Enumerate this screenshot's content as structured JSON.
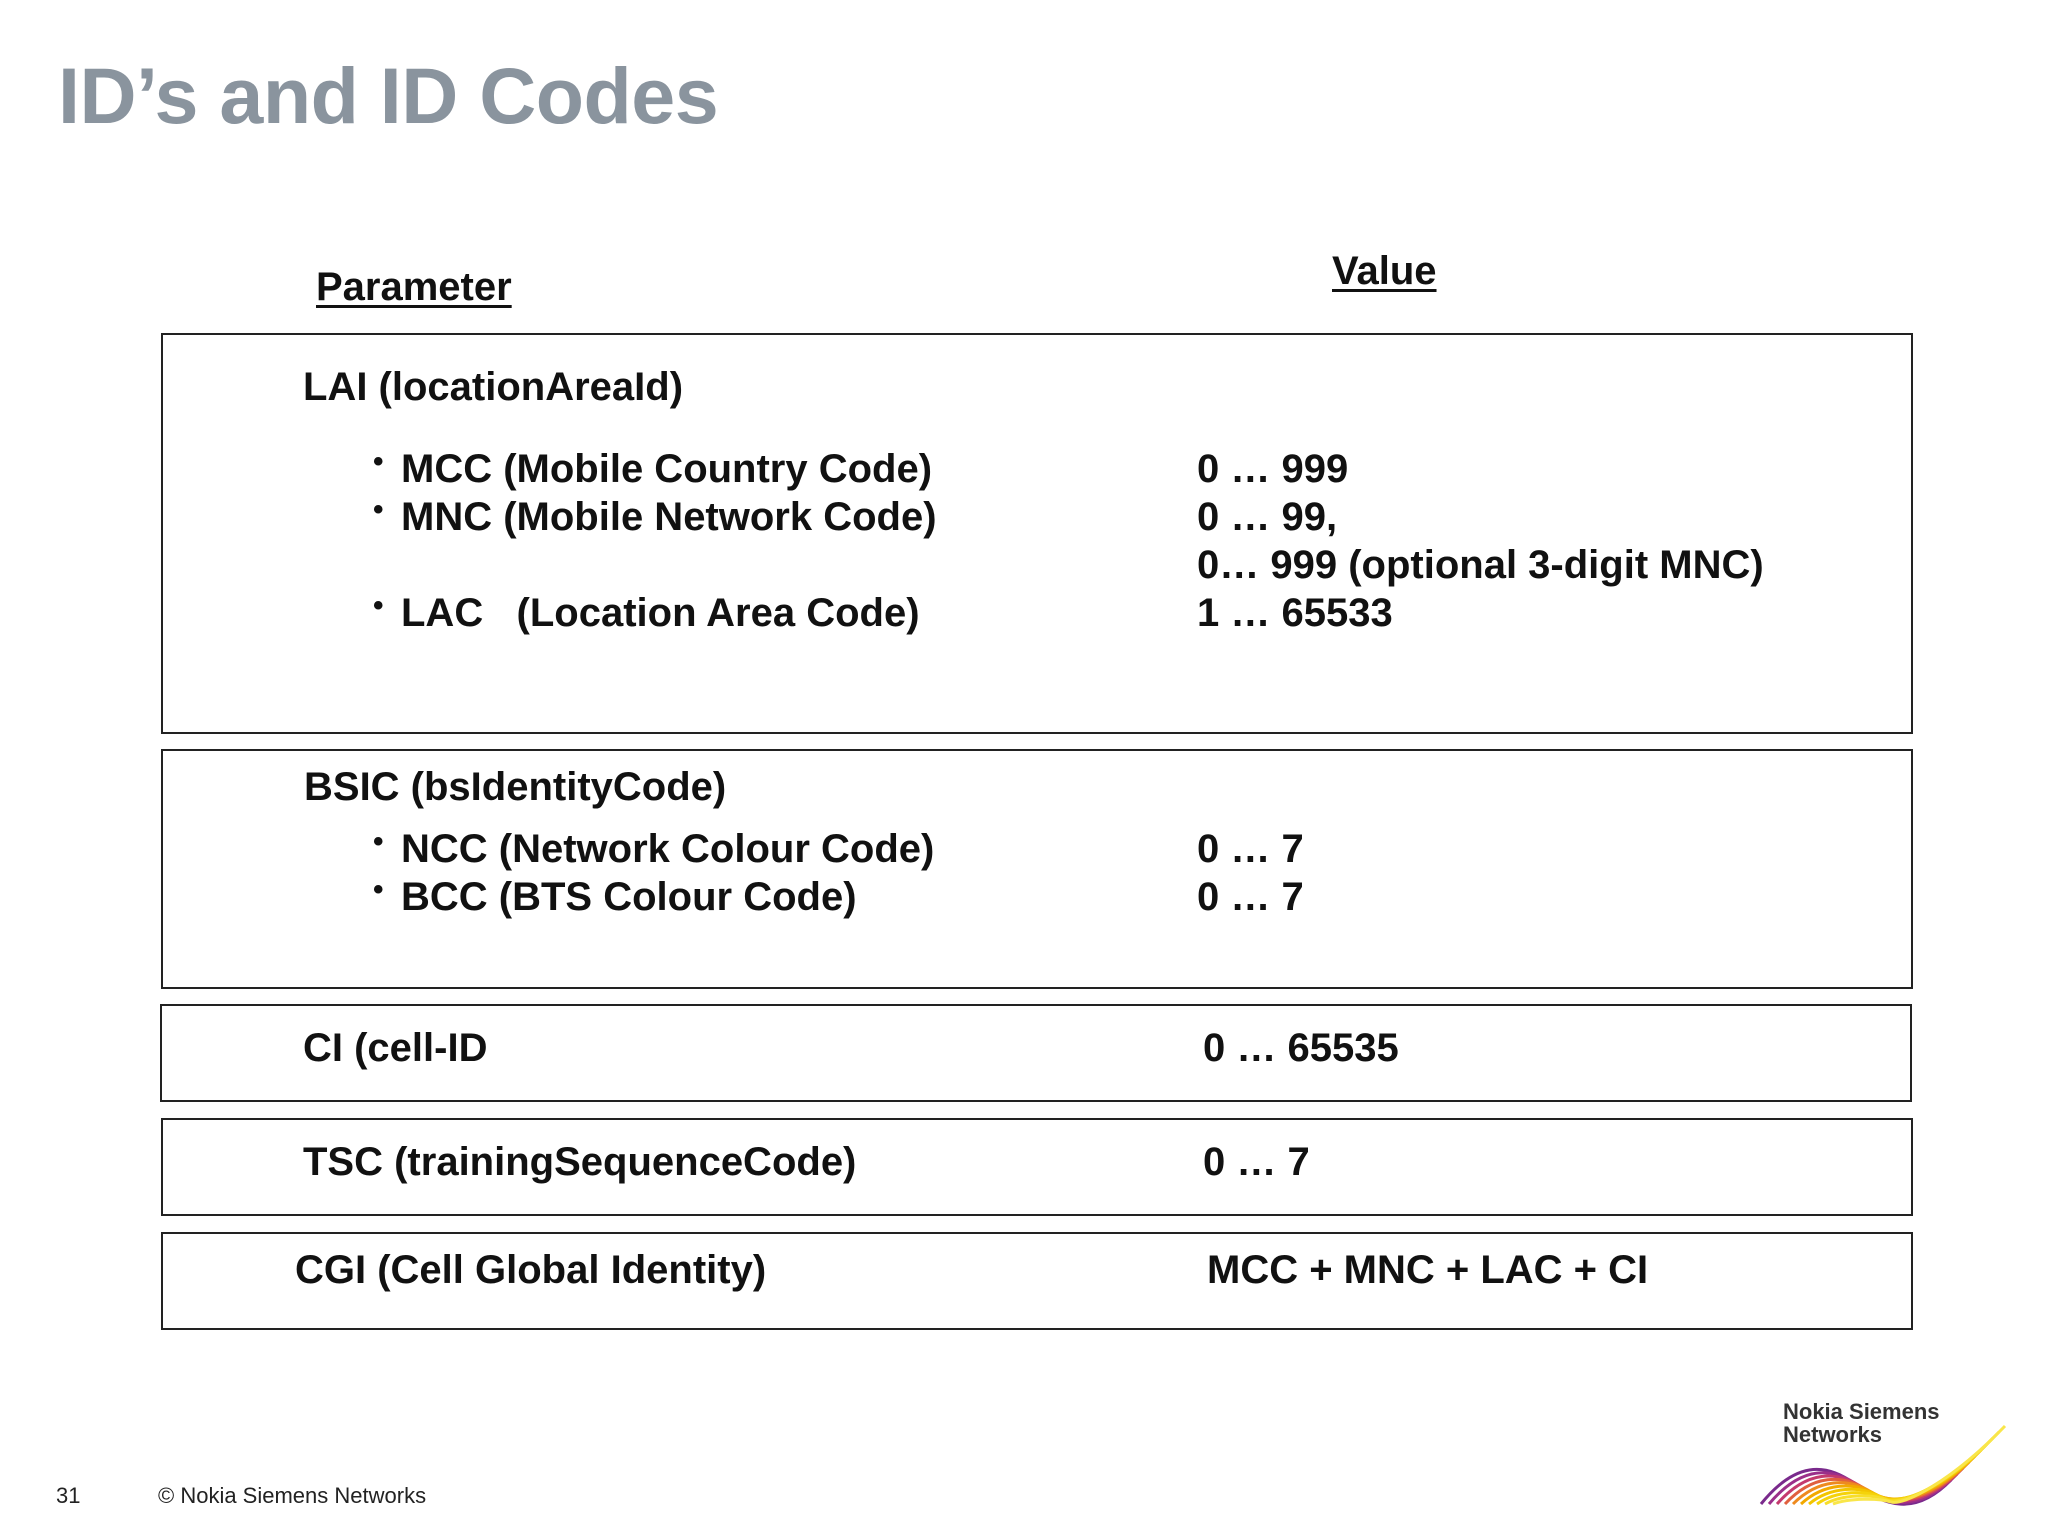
{
  "slide": {
    "title": "ID’s and ID Codes",
    "headers": {
      "parameter": "Parameter",
      "value": "Value"
    }
  },
  "lai": {
    "title": "LAI (locationAreaId)",
    "rows": [
      {
        "bullet": "•",
        "label": "MCC (Mobile Country Code)",
        "value": "0 … 999"
      },
      {
        "bullet": "•",
        "label": "MNC (Mobile Network Code)",
        "value": "0 … 99,"
      },
      {
        "value": "0… 999 (optional 3-digit MNC)"
      },
      {
        "bullet": "•",
        "label": "LAC   (Location Area Code)",
        "value": "1 … 65533"
      }
    ]
  },
  "bsic": {
    "title": "BSIC (bsIdentityCode)",
    "rows": [
      {
        "bullet": "•",
        "label": "NCC (Network Colour Code)",
        "value": "0 … 7"
      },
      {
        "bullet": "•",
        "label": "BCC (BTS Colour Code)",
        "value": "0 … 7"
      }
    ]
  },
  "ci": {
    "label": "CI (cell-ID",
    "value": "0 … 65535"
  },
  "tsc": {
    "label": "TSC (trainingSequenceCode)",
    "value": "0 … 7"
  },
  "cgi": {
    "label": "CGI (Cell Global Identity)",
    "value": "MCC + MNC + LAC + CI"
  },
  "footer": {
    "page_number": "31",
    "copyright": "© Nokia Siemens Networks",
    "logo_line1": "Nokia Siemens",
    "logo_line2": "Networks"
  },
  "colors": {
    "title": "#8a949e",
    "text": "#111111",
    "border": "#222222",
    "logo_yellow": "#f2c500",
    "logo_purple": "#7a2a8c"
  }
}
